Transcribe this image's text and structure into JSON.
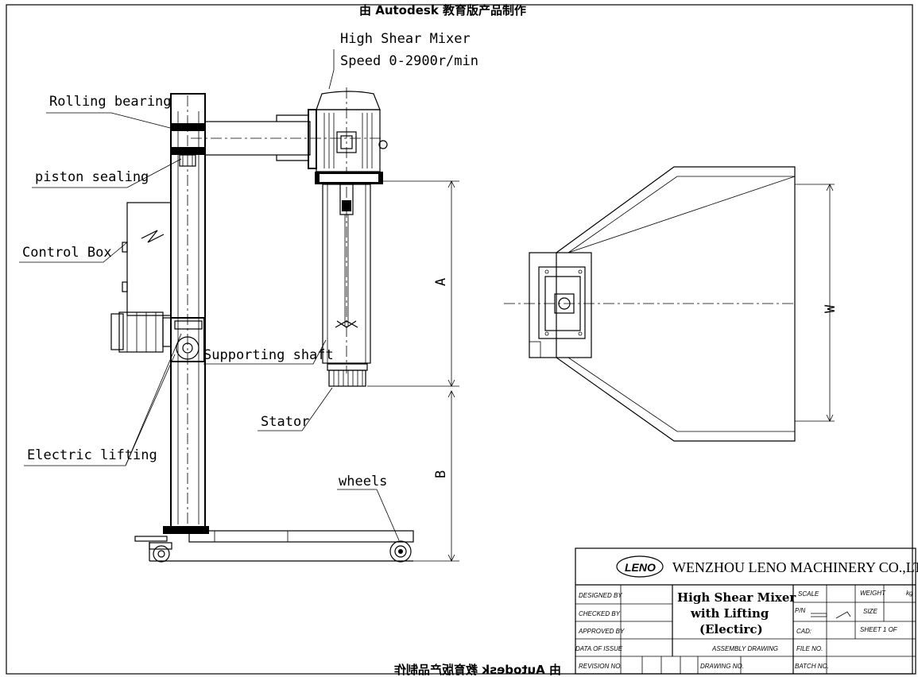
{
  "labels": {
    "mixer_line1": "High Shear Mixer",
    "mixer_line2": "Speed 0-2900r/min",
    "rolling_bearing": "Rolling bearing",
    "piston_sealing": "piston sealing",
    "control_box": "Control Box",
    "supporting_shaft": "Supporting shaft",
    "stator": "Stator",
    "electric_lifting": "Electric  lifting",
    "wheels": "wheels",
    "dim_a": "A",
    "dim_b": "B",
    "dim_w": "W"
  },
  "watermark": {
    "top": "由 Autodesk 教育版产品制作",
    "bottom": "由 Autodesk 教育版产品制作"
  },
  "title_block": {
    "logo": "LENO",
    "company": "WENZHOU LENO MACHINERY CO.,LTD",
    "designed_by": "DESIGNED BY",
    "checked_by": "CHECKED BY",
    "approved_by": "APPROVED BY",
    "date_of_issue": "DATA OF ISSUE",
    "revision_no": "REVISION NO.",
    "title_line1": "High Shear Mixer",
    "title_line2": "with Lifting",
    "title_line3": "(Electirc)",
    "assembly": "ASSEMBLY DRAWING",
    "drawing_no": "DRAWING NO.",
    "scale": "SCALE",
    "pn": "P/N",
    "cad": "CAD:",
    "file_no": "FILE NO.",
    "batch_no": "BATCH NO.",
    "weight": "WEIGHT",
    "weight_unit": "kg",
    "size": "SIZE",
    "sheet": "SHEET 1   OF"
  }
}
